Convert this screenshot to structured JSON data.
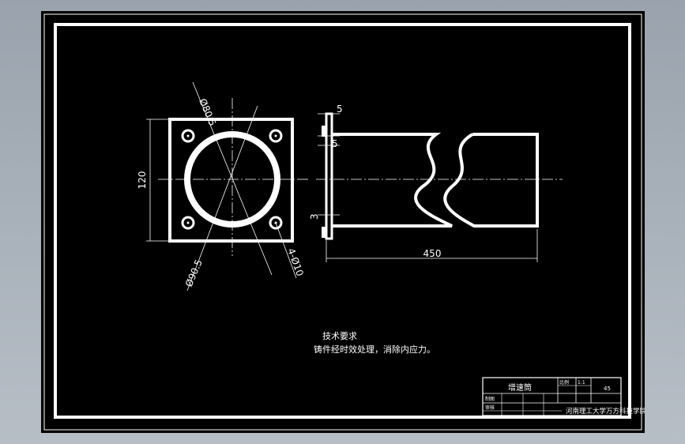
{
  "drawing": {
    "dims": {
      "outer_diameter": "Ø80.5",
      "inner_diameter": "Ø90.5",
      "height": "120",
      "holes": "4-Ø10",
      "flange_a": "5",
      "flange_b": "5",
      "flange_c": "3",
      "length": "450"
    },
    "notes": {
      "title": "技术要求",
      "text": "铸件经时效处理，消除内应力。"
    },
    "title_block": {
      "part_name": "增速筒",
      "scale_label": "比例",
      "scale_value": "1:1",
      "material": "45",
      "drawn": "制图",
      "checked": "审核",
      "school": "河南理工大学万方科技学院"
    }
  },
  "colors": {
    "line": "#ffffff",
    "background": "#000000"
  }
}
